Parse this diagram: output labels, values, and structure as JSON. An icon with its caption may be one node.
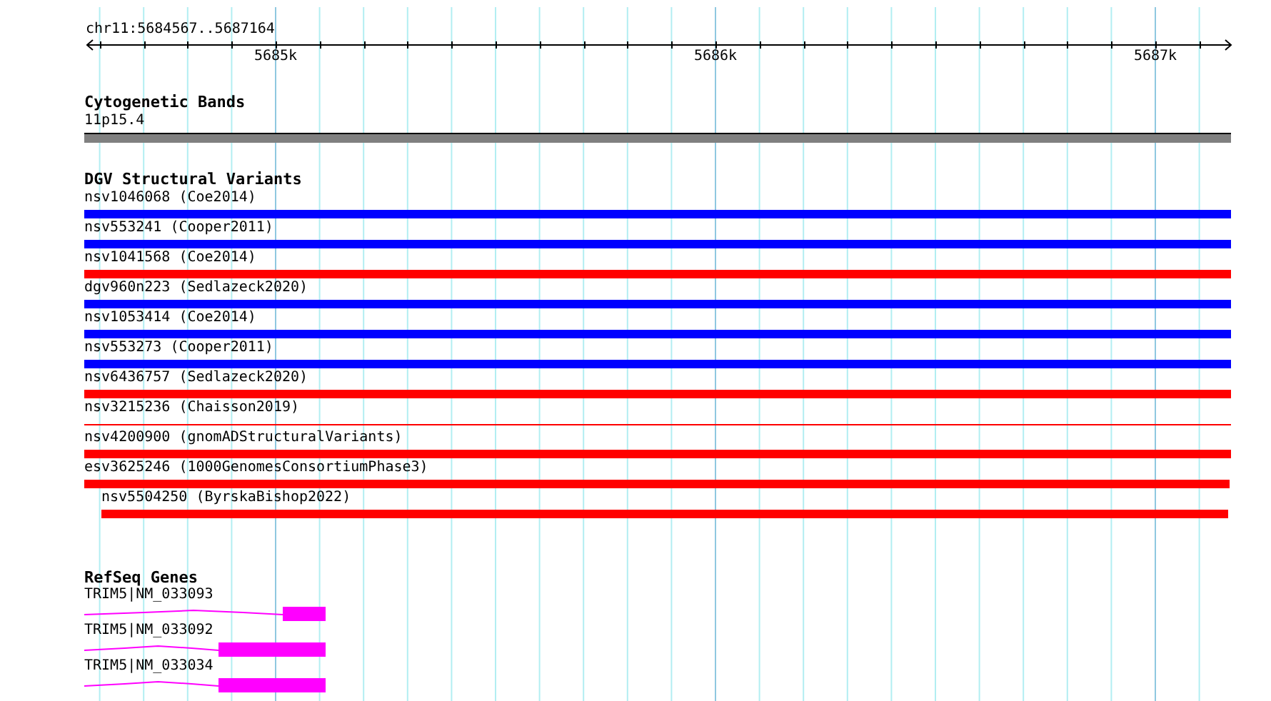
{
  "diagram": {
    "nodes": [
      {
        "text": [
          "11p15.4"
        ]
      },
      {
        "text": [
          "nsv1046068 (Coe2014)"
        ]
      },
      {
        "text": [
          "nsv553241 (Cooper2011)"
        ]
      },
      {
        "text": [
          "nsv1041568 (Coe2014)"
        ]
      },
      {
        "text": [
          "dgv960n223 (Sedlazeck2020)"
        ]
      },
      {
        "text": [
          "nsv1053414 (Coe2014)"
        ]
      },
      {
        "text": [
          "nsv553273 (Cooper2011)"
        ]
      },
      {
        "text": [
          "nsv6436757 (Sedlazeck2020)"
        ]
      },
      {
        "text": [
          "nsv3215236 (Chaisson2019)"
        ]
      },
      {
        "text": [
          "nsv4200900 (gnomADStructuralVariants)"
        ]
      },
      {
        "text": [
          "esv3625246 (1000GenomesConsortiumPhase3)"
        ]
      },
      {
        "text": [
          "nsv5504250 (ByrskaBishop2022)"
        ]
      },
      {
        "text": [
          "TRIM5|NM_033093"
        ]
      },
      {
        "text": [
          "TRIM5|NM_033092"
        ]
      },
      {
        "text": [
          "TRIM5|NM_033034"
        ]
      }
    ],
    "edges": [],
    "labels": [
      "chr11:5684567..5687164",
      "5685k",
      "5686k",
      "5687k",
      "Cytogenetic Bands",
      "DGV Structural Variants",
      "RefSeq Genes"
    ]
  }
}
